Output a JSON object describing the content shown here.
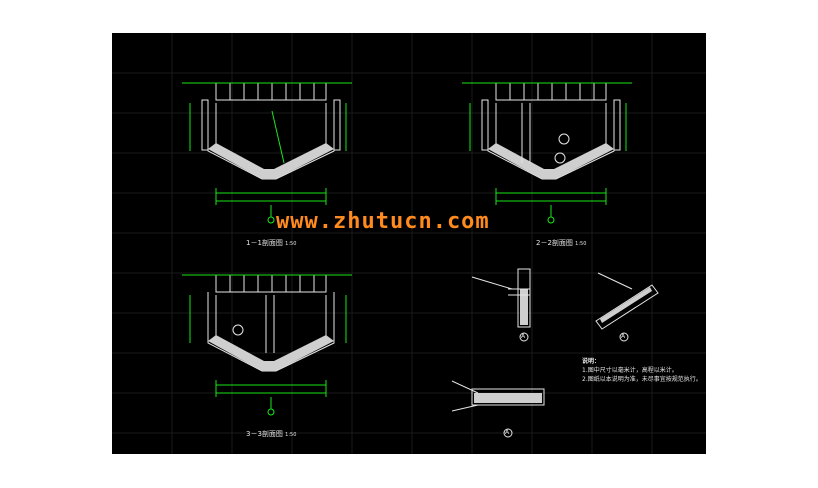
{
  "watermark": "www.zhutucn.com",
  "sections": [
    {
      "title": "1－1剖面图",
      "scale": "1:50"
    },
    {
      "title": "2－2剖面图",
      "scale": "1:50"
    },
    {
      "title": "3－3剖面图",
      "scale": "1:50"
    }
  ],
  "details": [
    "A",
    "A",
    "A"
  ],
  "notes": {
    "heading": "说明：",
    "lines": [
      "1.图中尺寸以毫米计，高程以米计。",
      "2.图纸以本说明为准，未尽事宜按规范执行。"
    ]
  },
  "colors": {
    "background": "#000000",
    "lines": "#19e619",
    "text": "#e6e6e6",
    "watermark": "#ff8a1e"
  }
}
